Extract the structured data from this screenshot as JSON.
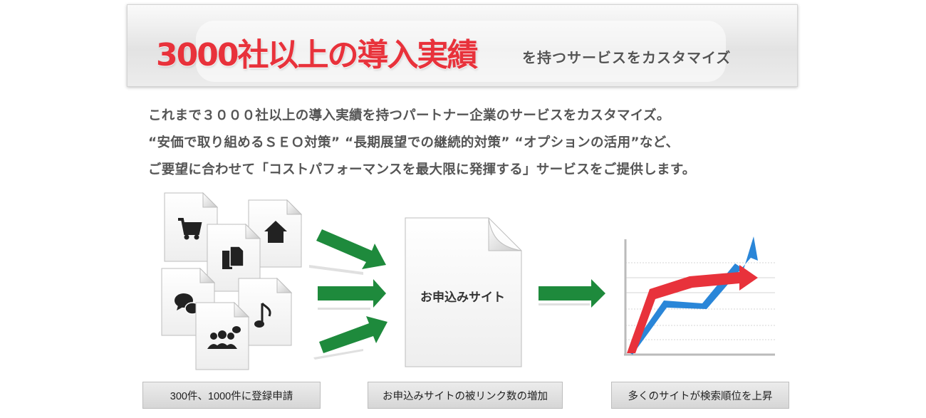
{
  "banner": {
    "title": "3000社以上の導入実績",
    "subtitle": "を持つサービスをカスタマイズ"
  },
  "intro": {
    "lines": [
      "これまで３０００社以上の導入実績を持つパートナー企業のサービスをカスタマイズ。",
      "“安価で取り組めるＳＥＯ対策” “長期展望での継続的対策” “オプションの活用”など、",
      "ご要望に合わせて「コストパフォーマンスを最大限に発揮する」サービスをご提供します。"
    ]
  },
  "diagram": {
    "center_doc_label": "お申込みサイト",
    "icons": [
      "cart-icon",
      "home-icon",
      "copy-icon",
      "chat-icon",
      "music-icon",
      "people-icon"
    ],
    "colors": {
      "arrow_green": "#1e8a3c",
      "line_red": "#e8323b",
      "line_blue": "#2a86d8"
    }
  },
  "captions": [
    "300件、1000件に登録申請",
    "お申込みサイトの被リンク数の増加",
    "多くのサイトが検索順位を上昇"
  ]
}
